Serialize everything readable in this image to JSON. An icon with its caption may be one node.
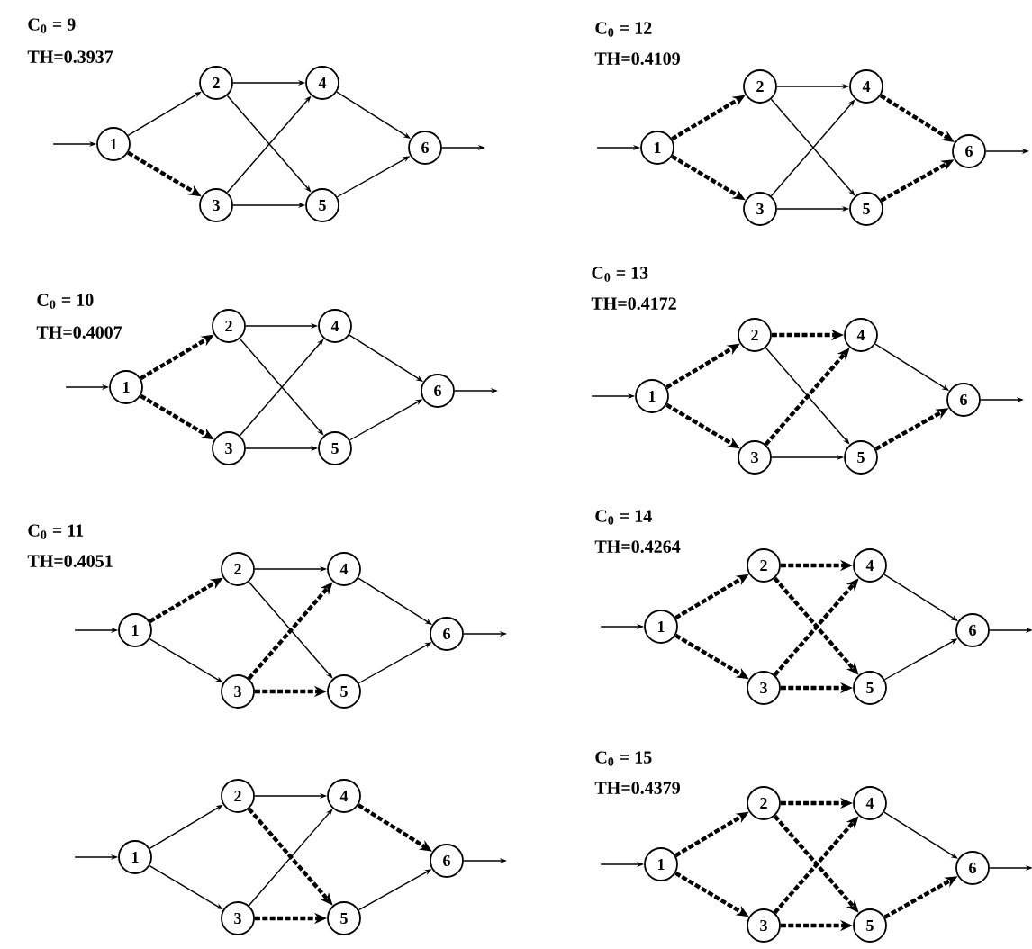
{
  "diagram": {
    "nodes": [
      {
        "text": [
          "1"
        ]
      },
      {
        "text": [
          "2"
        ]
      },
      {
        "text": [
          "3"
        ]
      },
      {
        "text": [
          "4"
        ]
      },
      {
        "text": [
          "5"
        ]
      },
      {
        "text": [
          "6"
        ]
      },
      {
        "text": [
          "1"
        ]
      },
      {
        "text": [
          "2"
        ]
      },
      {
        "text": [
          "3"
        ]
      },
      {
        "text": [
          "4"
        ]
      },
      {
        "text": [
          "5"
        ]
      },
      {
        "text": [
          "6"
        ]
      },
      {
        "text": [
          "1"
        ]
      },
      {
        "text": [
          "2"
        ]
      },
      {
        "text": [
          "3"
        ]
      },
      {
        "text": [
          "4"
        ]
      },
      {
        "text": [
          "5"
        ]
      },
      {
        "text": [
          "6"
        ]
      },
      {
        "text": [
          "1"
        ]
      },
      {
        "text": [
          "2"
        ]
      },
      {
        "text": [
          "3"
        ]
      },
      {
        "text": [
          "4"
        ]
      },
      {
        "text": [
          "5"
        ]
      },
      {
        "text": [
          "6"
        ]
      },
      {
        "text": [
          "1"
        ]
      },
      {
        "text": [
          "2"
        ]
      },
      {
        "text": [
          "3"
        ]
      },
      {
        "text": [
          "4"
        ]
      },
      {
        "text": [
          "5"
        ]
      },
      {
        "text": [
          "6"
        ]
      },
      {
        "text": [
          "1"
        ]
      },
      {
        "text": [
          "2"
        ]
      },
      {
        "text": [
          "3"
        ]
      },
      {
        "text": [
          "4"
        ]
      },
      {
        "text": [
          "5"
        ]
      },
      {
        "text": [
          "6"
        ]
      },
      {
        "text": [
          "1"
        ]
      },
      {
        "text": [
          "2"
        ]
      },
      {
        "text": [
          "3"
        ]
      },
      {
        "text": [
          "4"
        ]
      },
      {
        "text": [
          "5"
        ]
      },
      {
        "text": [
          "6"
        ]
      },
      {
        "text": [
          "1"
        ]
      },
      {
        "text": [
          "2"
        ]
      },
      {
        "text": [
          "3"
        ]
      },
      {
        "text": [
          "4"
        ]
      },
      {
        "text": [
          "5"
        ]
      },
      {
        "text": [
          "6"
        ]
      }
    ],
    "edges": [
      {
        "from": null,
        "to": 0,
        "arrow": "to"
      },
      {
        "from": 0,
        "to": 1,
        "arrow": "to"
      },
      {
        "from": 0,
        "to": 2,
        "arrow": "to",
        "style": "dashed"
      },
      {
        "from": 1,
        "to": 3,
        "arrow": "to"
      },
      {
        "from": 1,
        "to": 4,
        "arrow": "to"
      },
      {
        "from": 2,
        "to": 3,
        "arrow": "to"
      },
      {
        "from": 2,
        "to": 4,
        "arrow": "to"
      },
      {
        "from": 3,
        "to": 5,
        "arrow": "to"
      },
      {
        "from": 4,
        "to": 5,
        "arrow": "to"
      },
      {
        "from": 5,
        "to": null,
        "arrow": "to"
      },
      {
        "from": null,
        "to": 6,
        "arrow": "to"
      },
      {
        "from": 6,
        "to": 7,
        "arrow": "to",
        "style": "dashed"
      },
      {
        "from": 6,
        "to": 8,
        "arrow": "to",
        "style": "dashed"
      },
      {
        "from": 7,
        "to": 9,
        "arrow": "to"
      },
      {
        "from": 7,
        "to": 10,
        "arrow": "to"
      },
      {
        "from": 8,
        "to": 9,
        "arrow": "to"
      },
      {
        "from": 8,
        "to": 10,
        "arrow": "to"
      },
      {
        "from": 9,
        "to": 11,
        "arrow": "to",
        "style": "dashed"
      },
      {
        "from": 10,
        "to": 11,
        "arrow": "to",
        "style": "dashed"
      },
      {
        "from": 11,
        "to": null,
        "arrow": "to"
      },
      {
        "from": null,
        "to": 12,
        "arrow": "to"
      },
      {
        "from": 12,
        "to": 13,
        "arrow": "to",
        "style": "dashed"
      },
      {
        "from": 12,
        "to": 14,
        "arrow": "to",
        "style": "dashed"
      },
      {
        "from": 13,
        "to": 15,
        "arrow": "to"
      },
      {
        "from": 13,
        "to": 16,
        "arrow": "to"
      },
      {
        "from": 14,
        "to": 15,
        "arrow": "to"
      },
      {
        "from": 14,
        "to": 16,
        "arrow": "to"
      },
      {
        "from": 15,
        "to": 17,
        "arrow": "to"
      },
      {
        "from": 16,
        "to": 17,
        "arrow": "to"
      },
      {
        "from": 17,
        "to": null,
        "arrow": "to"
      },
      {
        "from": null,
        "to": 18,
        "arrow": "to"
      },
      {
        "from": 18,
        "to": 19,
        "arrow": "to",
        "style": "dashed"
      },
      {
        "from": 18,
        "to": 20,
        "arrow": "to",
        "style": "dashed"
      },
      {
        "from": 19,
        "to": 21,
        "arrow": "to",
        "style": "dashed"
      },
      {
        "from": 19,
        "to": 22,
        "arrow": "to"
      },
      {
        "from": 20,
        "to": 21,
        "arrow": "to",
        "style": "dashed"
      },
      {
        "from": 20,
        "to": 22,
        "arrow": "to"
      },
      {
        "from": 21,
        "to": 23,
        "arrow": "to"
      },
      {
        "from": 22,
        "to": 23,
        "arrow": "to",
        "style": "dashed"
      },
      {
        "from": 23,
        "to": null,
        "arrow": "to"
      },
      {
        "from": null,
        "to": 24,
        "arrow": "to"
      },
      {
        "from": 24,
        "to": 25,
        "arrow": "to",
        "style": "dashed"
      },
      {
        "from": 24,
        "to": 26,
        "arrow": "to"
      },
      {
        "from": 25,
        "to": 27,
        "arrow": "to"
      },
      {
        "from": 25,
        "to": 28,
        "arrow": "to"
      },
      {
        "from": 26,
        "to": 27,
        "arrow": "to",
        "style": "dashed"
      },
      {
        "from": 26,
        "to": 28,
        "arrow": "to",
        "style": "dashed"
      },
      {
        "from": 27,
        "to": 29,
        "arrow": "to"
      },
      {
        "from": 28,
        "to": 29,
        "arrow": "to"
      },
      {
        "from": 29,
        "to": null,
        "arrow": "to"
      },
      {
        "from": null,
        "to": 30,
        "arrow": "to"
      },
      {
        "from": 30,
        "to": 31,
        "arrow": "to",
        "style": "dashed"
      },
      {
        "from": 30,
        "to": 32,
        "arrow": "to",
        "style": "dashed"
      },
      {
        "from": 31,
        "to": 33,
        "arrow": "to",
        "style": "dashed"
      },
      {
        "from": 31,
        "to": 34,
        "arrow": "to",
        "style": "dashed"
      },
      {
        "from": 32,
        "to": 33,
        "arrow": "to",
        "style": "dashed"
      },
      {
        "from": 32,
        "to": 34,
        "arrow": "to",
        "style": "dashed"
      },
      {
        "from": 33,
        "to": 35,
        "arrow": "to"
      },
      {
        "from": 34,
        "to": 35,
        "arrow": "to"
      },
      {
        "from": 35,
        "to": null,
        "arrow": "to"
      },
      {
        "from": null,
        "to": 36,
        "arrow": "to"
      },
      {
        "from": 36,
        "to": 37,
        "arrow": "to"
      },
      {
        "from": 36,
        "to": 38,
        "arrow": "to"
      },
      {
        "from": 37,
        "to": 39,
        "arrow": "to"
      },
      {
        "from": 37,
        "to": 40,
        "arrow": "to",
        "style": "dashed"
      },
      {
        "from": 38,
        "to": 39,
        "arrow": "to"
      },
      {
        "from": 38,
        "to": 40,
        "arrow": "to",
        "style": "dashed"
      },
      {
        "from": 39,
        "to": 41,
        "arrow": "to",
        "style": "dashed"
      },
      {
        "from": 40,
        "to": 41,
        "arrow": "to"
      },
      {
        "from": 41,
        "to": null,
        "arrow": "to"
      },
      {
        "from": null,
        "to": 42,
        "arrow": "to"
      },
      {
        "from": 42,
        "to": 43,
        "arrow": "to",
        "style": "dashed"
      },
      {
        "from": 42,
        "to": 44,
        "arrow": "to",
        "style": "dashed"
      },
      {
        "from": 43,
        "to": 45,
        "arrow": "to",
        "style": "dashed"
      },
      {
        "from": 43,
        "to": 46,
        "arrow": "to",
        "style": "dashed"
      },
      {
        "from": 44,
        "to": 45,
        "arrow": "to",
        "style": "dashed"
      },
      {
        "from": 44,
        "to": 46,
        "arrow": "to",
        "style": "dashed"
      },
      {
        "from": 45,
        "to": 47,
        "arrow": "to"
      },
      {
        "from": 46,
        "to": 47,
        "arrow": "to",
        "style": "dashed"
      },
      {
        "from": 47,
        "to": null,
        "arrow": "to"
      }
    ],
    "labels": [
      "C$_{0}$ = 9",
      "TH=0.3937",
      "C$_{0}$ = 12",
      "TH=0.4109",
      "C$_{0}$ = 10",
      "TH=0.4007",
      "C$_{0}$ = 13",
      "TH=0.4172",
      "C$_{0}$ = 11",
      "TH=0.4051",
      "C$_{0}$ = 14",
      "TH=0.4264",
      "C$_{0}$ = 15",
      "TH=0.4379"
    ]
  }
}
